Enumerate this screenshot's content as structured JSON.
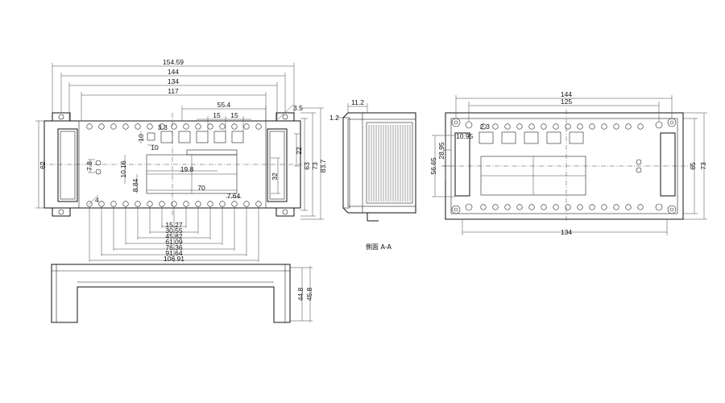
{
  "front_view": {
    "horizontal_dims_top": [
      "154.59",
      "144",
      "134",
      "117",
      "55.4",
      "15",
      "15"
    ],
    "vertical_dims_right": [
      "22",
      "63",
      "73",
      "83.7",
      "32"
    ],
    "vertical_dims_left": [
      "62"
    ],
    "inner_labels": [
      "3.5",
      "3.3",
      "10",
      "10",
      "7.8",
      "10.16",
      "8.84",
      "19.8",
      "70",
      "7.64",
      "4"
    ],
    "bottom_dims": [
      "15.27",
      "30.55",
      "45.82",
      "61.09",
      "76.36",
      "91.64",
      "106.91"
    ]
  },
  "side_view": {
    "dims": [
      "11.2",
      "1.2"
    ],
    "caption": "側面 A-A"
  },
  "bottom_view": {
    "vertical_dims": [
      "44.8",
      "45.8"
    ]
  },
  "right_view": {
    "horizontal_dims": [
      "144",
      "125",
      "134"
    ],
    "vertical_dims": [
      "56.65",
      "28.95",
      "65",
      "73"
    ],
    "inner_labels": [
      "2.3",
      "10.95"
    ]
  }
}
